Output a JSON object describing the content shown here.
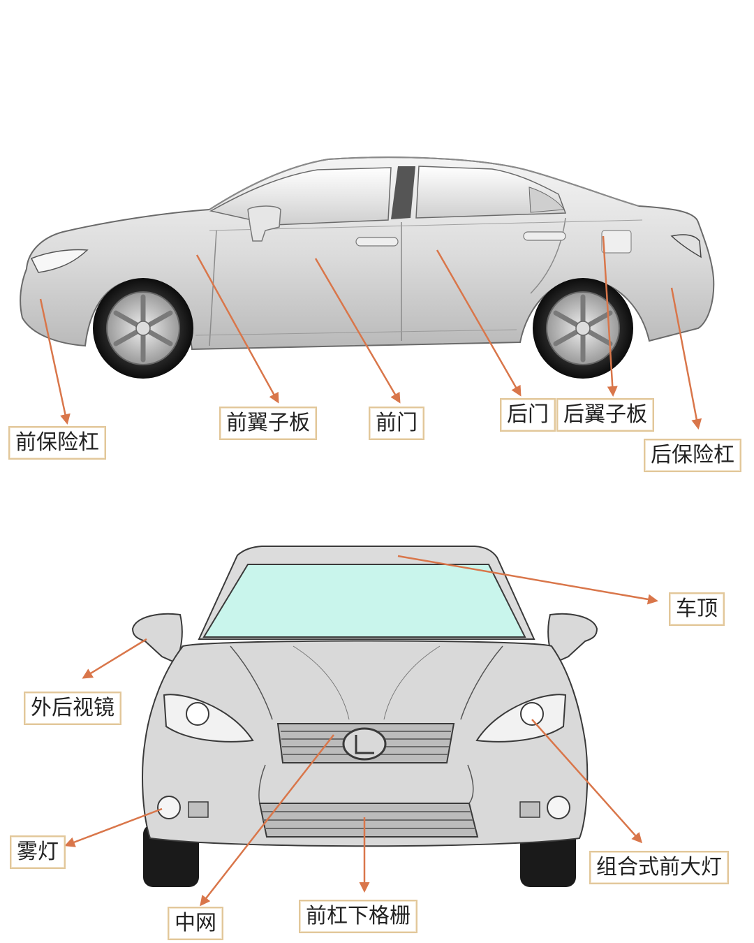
{
  "colors": {
    "arrow": "#d9764a",
    "label_border": "#e2c79a",
    "body_fill": "#d9d9d9",
    "glass_tint": "#c9f5ec",
    "outline": "#3a3a3a"
  },
  "side_view": {
    "labels": [
      {
        "id": "front-bumper",
        "text": "前保险杠"
      },
      {
        "id": "front-fender",
        "text": "前翼子板"
      },
      {
        "id": "front-door",
        "text": "前门"
      },
      {
        "id": "rear-door",
        "text": "后门"
      },
      {
        "id": "rear-fender",
        "text": "后翼子板"
      },
      {
        "id": "rear-bumper",
        "text": "后保险杠"
      }
    ]
  },
  "front_view": {
    "labels": [
      {
        "id": "roof",
        "text": "车顶"
      },
      {
        "id": "side-mirror",
        "text": "外后视镜"
      },
      {
        "id": "fog-lamp",
        "text": "雾灯"
      },
      {
        "id": "headlamp",
        "text": "组合式前大灯"
      },
      {
        "id": "grille",
        "text": "中网"
      },
      {
        "id": "lower-grille",
        "text": "前杠下格栅"
      }
    ]
  }
}
